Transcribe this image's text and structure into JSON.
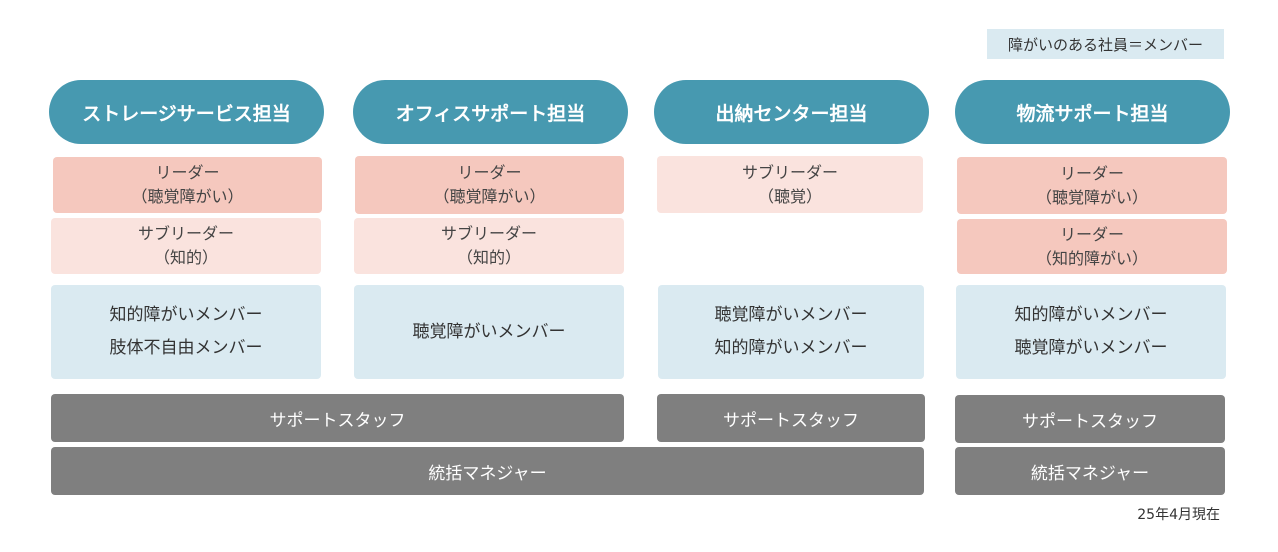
{
  "legend": "障がいのある社員＝メンバー",
  "columns": [
    {
      "header": "ストレージサービス担当",
      "roles": [
        {
          "line1": "リーダー",
          "line2": "（聴覚障がい）"
        },
        {
          "line1": "サブリーダー",
          "line2": "（知的）"
        }
      ],
      "members": [
        "知的障がいメンバー",
        "肢体不自由メンバー"
      ]
    },
    {
      "header": "オフィスサポート担当",
      "roles": [
        {
          "line1": "リーダー",
          "line2": "（聴覚障がい）"
        },
        {
          "line1": "サブリーダー",
          "line2": "（知的）"
        }
      ],
      "members": [
        "聴覚障がいメンバー"
      ]
    },
    {
      "header": "出納センター担当",
      "roles": [
        {
          "line1": "サブリーダー",
          "line2": "（聴覚）"
        }
      ],
      "members": [
        "聴覚障がいメンバー",
        "知的障がいメンバー"
      ]
    },
    {
      "header": "物流サポート担当",
      "roles": [
        {
          "line1": "リーダー",
          "line2": "（聴覚障がい）"
        },
        {
          "line1": "リーダー",
          "line2": "（知的障がい）"
        }
      ],
      "members": [
        "知的障がいメンバー",
        "聴覚障がいメンバー"
      ]
    }
  ],
  "support_staff": "サポートスタッフ",
  "manager": "統括マネジャー",
  "as_of": "25年4月現在",
  "colors": {
    "header": "#4799b0",
    "leader": "#f5c8be",
    "subleader": "#fae3de",
    "members": "#daeaf1",
    "staff_bar": "#7f7f7f"
  }
}
